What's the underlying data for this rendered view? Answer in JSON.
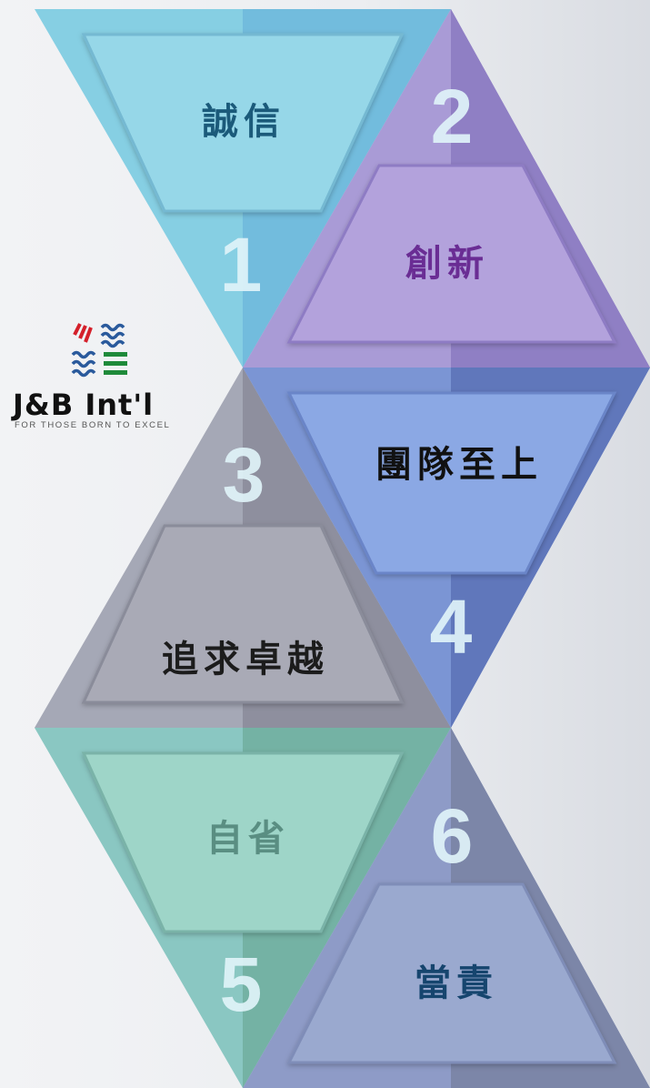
{
  "logo": {
    "wordmark": "J&B Int'l",
    "tagline": "FOR THOSE BORN TO EXCEL"
  },
  "values": [
    {
      "number": "1",
      "label": "誠信",
      "label_color": "#1b5a7a"
    },
    {
      "number": "2",
      "label": "創新",
      "label_color": "#6a2d94"
    },
    {
      "number": "3",
      "label": "追求卓越",
      "label_color": "#1c1c1c"
    },
    {
      "number": "4",
      "label": "團隊至上",
      "label_color": "#111111"
    },
    {
      "number": "5",
      "label": "自省",
      "label_color": "#5a8e82"
    },
    {
      "number": "6",
      "label": "當責",
      "label_color": "#16456e"
    }
  ]
}
